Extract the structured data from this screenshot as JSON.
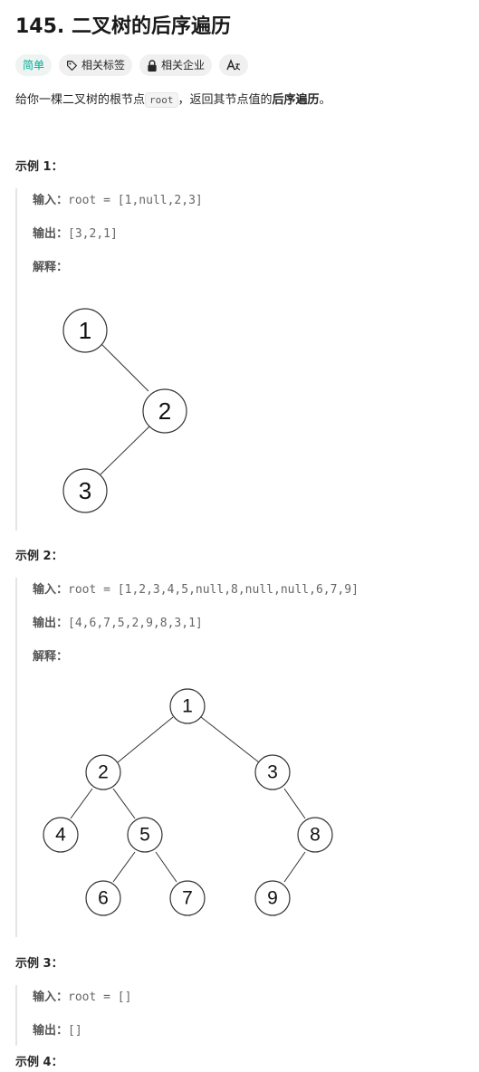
{
  "problem": {
    "title": "145. 二叉树的后序遍历",
    "tags": [
      {
        "label": "简单",
        "icon": ""
      },
      {
        "label": "相关标签",
        "icon": "tag-icon"
      },
      {
        "label": "相关企业",
        "icon": "lock-icon"
      },
      {
        "label": "",
        "icon": "translate-icon"
      }
    ],
    "desc": {
      "prefix": "给你一棵二叉树的根节点",
      "code": "root",
      "middle": "，返回其节点值的",
      "emphasis": "后序遍历",
      "suffix": "。"
    }
  },
  "labels": {
    "input": "输入：",
    "output": "输出：",
    "explain": "解释："
  },
  "examples": [
    {
      "title": "示例 1：",
      "input": "root = [1,null,2,3]",
      "output": "[3,2,1]",
      "tree": {
        "nodes": [
          "1",
          "2",
          "3"
        ]
      }
    },
    {
      "title": "示例 2：",
      "input": "root = [1,2,3,4,5,null,8,null,null,6,7,9]",
      "output": "[4,6,7,5,2,9,8,3,1]",
      "tree": {
        "nodes": [
          "1",
          "2",
          "3",
          "4",
          "5",
          "8",
          "6",
          "7",
          "9"
        ]
      }
    },
    {
      "title": "示例 3：",
      "input": "root = []",
      "output": "[]"
    },
    {
      "title": "示例 4："
    }
  ],
  "colors": {
    "easy": "#00af9b",
    "text": "#262626",
    "muted": "#666666",
    "border": "#e5e5e5"
  }
}
